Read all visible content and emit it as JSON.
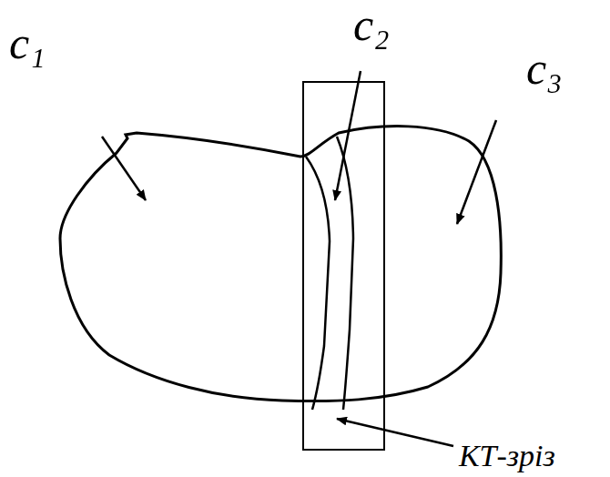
{
  "diagram": {
    "labels": [
      "c₁",
      "c₂",
      "c₃",
      "КТ-зріз"
    ]
  }
}
